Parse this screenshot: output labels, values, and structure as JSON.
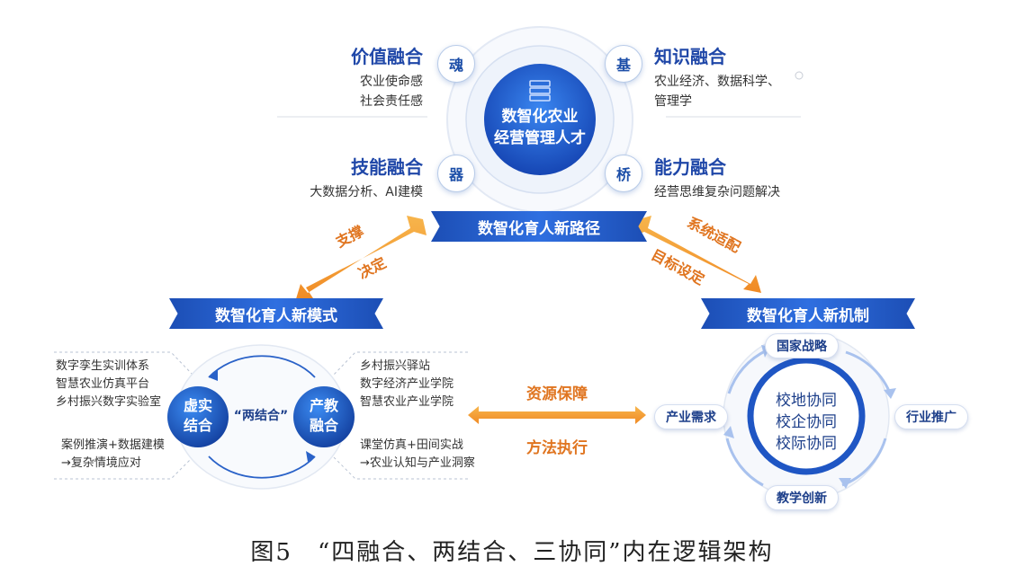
{
  "top": {
    "center_label": "数智化农业经营管理人才",
    "center_line1": "数智化农业",
    "center_line2": "经营管理人才",
    "quadrants": [
      {
        "title": "价值融合",
        "badge": "魂",
        "lines": [
          "农业使命感",
          "社会责任感"
        ]
      },
      {
        "title": "知识融合",
        "badge": "基",
        "lines": [
          "农业经济、数据科学、",
          "管理学"
        ]
      },
      {
        "title": "技能融合",
        "badge": "器",
        "lines": [
          "大数据分析、AI建模"
        ]
      },
      {
        "title": "能力融合",
        "badge": "桥",
        "lines": [
          "经营思维复杂问题解决"
        ]
      }
    ]
  },
  "ribbons": {
    "path": "数智化育人新路径",
    "mode": "数智化育人新模式",
    "mechanism": "数智化育人新机制"
  },
  "arrow_labels": {
    "left_top": "支撑",
    "left_bottom": "决定",
    "right_top": "系统适配",
    "right_bottom": "目标设定",
    "middle_top": "资源保障",
    "middle_bottom": "方法执行"
  },
  "mode": {
    "left_circle": [
      "虚实",
      "结合"
    ],
    "right_circle": [
      "产教",
      "融合"
    ],
    "center_text": "“两结合”",
    "left_list_top": [
      "数字孪生实训体系",
      "智慧农业仿真平台",
      "乡村振兴数字实验室"
    ],
    "left_list_bottom": [
      "案例推演+数据建模",
      "→复杂情境应对"
    ],
    "right_list_top": [
      "乡村振兴驿站",
      "数字经济产业学院",
      "智慧农业产业学院"
    ],
    "right_list_bottom": [
      "课堂仿真+田间实战",
      "→农业认知与产业洞察"
    ]
  },
  "mechanism": {
    "center_lines": [
      "校地协同",
      "校企协同",
      "校际协同"
    ],
    "pills": {
      "top": "国家战略",
      "right": "行业推广",
      "bottom": "教学创新",
      "left": "产业需求"
    }
  },
  "caption": "图5　“四融合、两结合、三协同”内在逻辑架构",
  "colors": {
    "primary": "#1f47a8",
    "accent": "#e07520",
    "ribbon": "#2f6fe0"
  }
}
